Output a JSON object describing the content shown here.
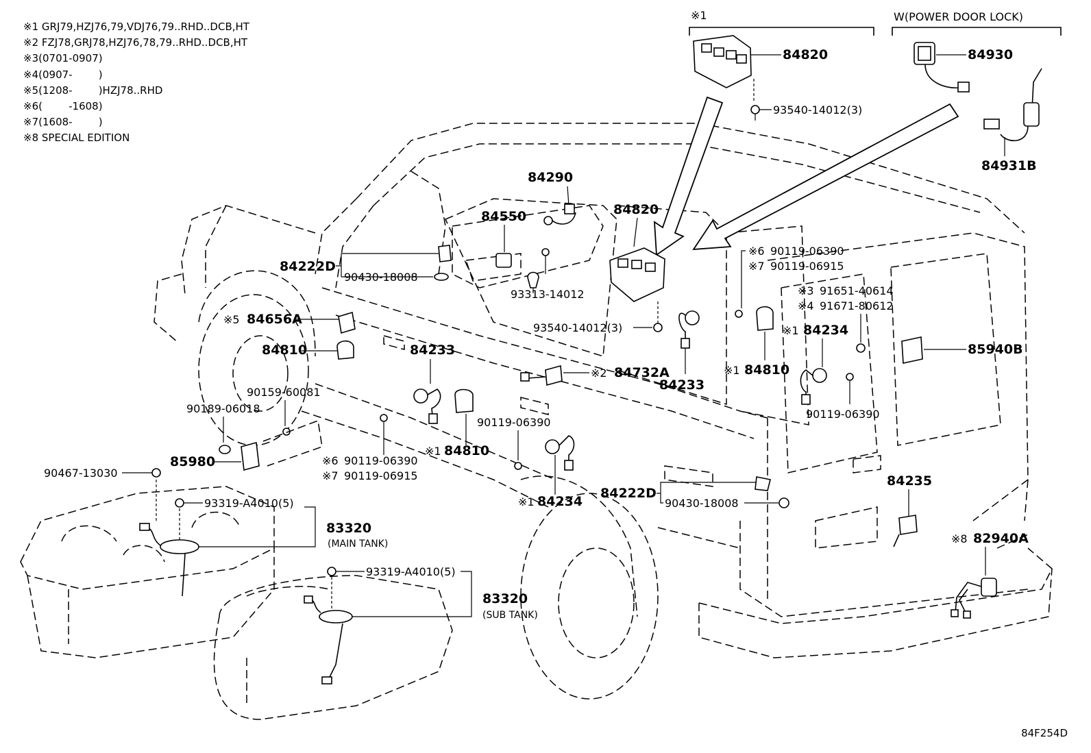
{
  "notes": [
    {
      "mark": "※1",
      "text": "GRJ79,HZJ76,79,VDJ76,79..RHD..DCB,HT"
    },
    {
      "mark": "※2",
      "text": "FZJ78,GRJ78,HZJ76,78,79..RHD..DCB,HT"
    },
    {
      "mark": "※3",
      "text": "(0701-0907)"
    },
    {
      "mark": "※4",
      "text": "(0907-        )"
    },
    {
      "mark": "※5",
      "text": "(1208-        )HZJ78..RHD"
    },
    {
      "mark": "※6",
      "text": "(        -1608)"
    },
    {
      "mark": "※7",
      "text": "(1608-        )"
    },
    {
      "mark": "※8",
      "text": "SPECIAL EDITION"
    }
  ],
  "inset_left": {
    "mark": "※1",
    "part": "84820",
    "bolt": "93540-14012(3)"
  },
  "inset_right": {
    "title": "W(POWER DOOR LOCK)",
    "part_a": "84930",
    "part_b": "84931B"
  },
  "labels": {
    "p84290": "84290",
    "p84550": "84550",
    "p84820": "84820",
    "p84222D_a": "84222D",
    "p90430_a": "90430-18008",
    "p93313": "93313-14012",
    "p93540": "93540-14012(3)",
    "m5": "※5",
    "p84656A": "84656A",
    "p84810_a": "84810",
    "p84233_a": "84233",
    "p90159": "90159-60081",
    "p90189": "90189-06018",
    "p85980": "85980",
    "p90467": "90467-13030",
    "m6a": "※6",
    "p90119_a": "90119-06390",
    "m7a": "※7",
    "p90119_b": "90119-06915",
    "m1a": "※1",
    "p84810_b": "84810",
    "p90119_c": "90119-06390",
    "m2": "※2",
    "p84732A": "84732A",
    "p84233_b": "84233",
    "m1b": "※1",
    "p84810_c": "84810",
    "m1c": "※1",
    "p84234_a": "84234",
    "p84222D_b": "84222D",
    "p90430_b": "90430-18008",
    "m6b": "※6",
    "p90119_d": "90119-06390",
    "m7b": "※7",
    "p90119_e": "90119-06915",
    "m3": "※3",
    "p91651": "91651-40614",
    "m4": "※4",
    "p91671": "91671-80612",
    "m1d": "※1",
    "p84234_b": "84234",
    "p85940B": "85940B",
    "p90119_f": "90119-06390",
    "p84235": "84235",
    "m8": "※8",
    "p82940A": "82940A",
    "p93319_a": "93319-A4010(5)",
    "p83320_a": "83320",
    "cap_main": "(MAIN TANK)",
    "p93319_b": "93319-A4010(5)",
    "p83320_b": "83320",
    "cap_sub": "(SUB TANK)"
  },
  "figure_ref": "84F254D"
}
